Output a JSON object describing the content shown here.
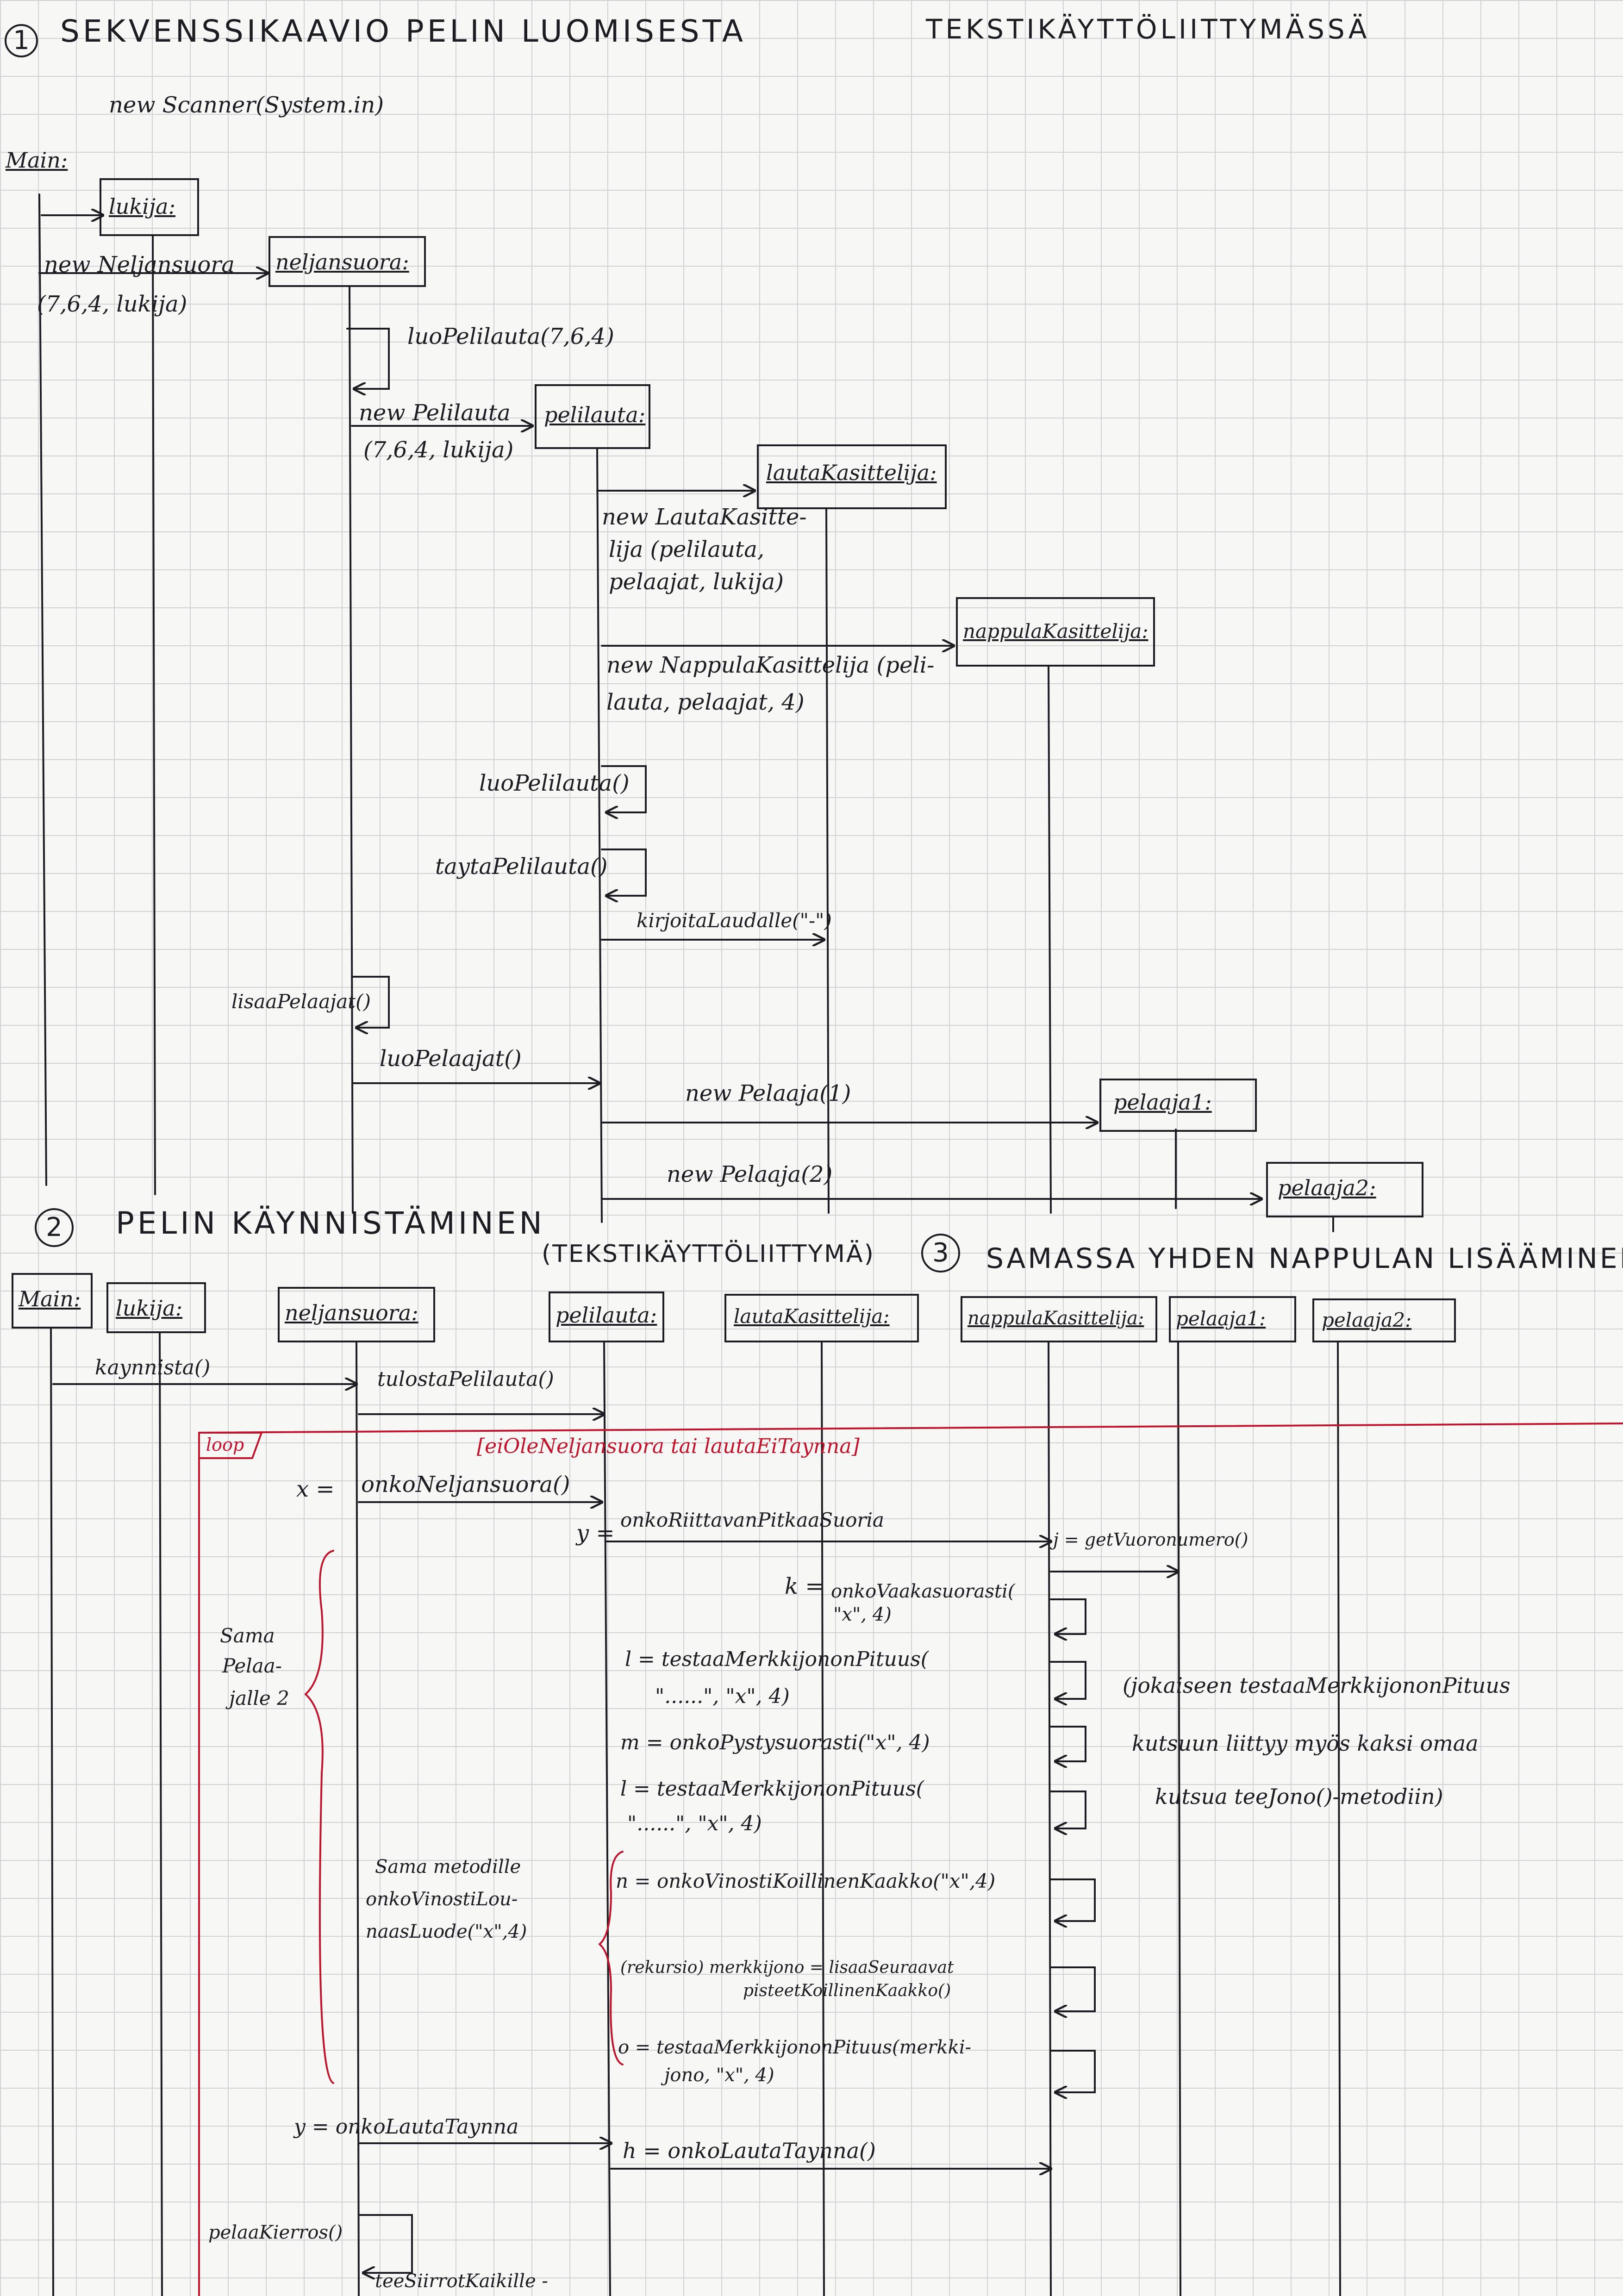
{
  "section1": {
    "number": "1",
    "title": "SEKVENSSIKAAVIO PELIN LUOMISESTA",
    "subtitle": "TEKSTIKÄYTTÖLIITTYMÄSSÄ",
    "scanner": "new Scanner(System.in)",
    "objects": {
      "main": "Main:",
      "lukija": "lukija:",
      "neljansuora": "neljansuora:",
      "pelilauta": "pelilauta:",
      "lautakasittelija": "lautaKasittelija:",
      "nappulakasittelija": "nappulaKasittelija:",
      "pelaaja1": "pelaaja1:",
      "pelaaja2": "pelaaja2:"
    },
    "messages": {
      "new_neljansuora_1": "new Neljansuora",
      "new_neljansuora_2": "(7,6,4, lukija)",
      "luo_pelilauta_args": "luoPelilauta(7,6,4)",
      "new_pelilauta_1": "new Pelilauta",
      "new_pelilauta_2": "(7,6,4, lukija)",
      "new_lautakasittelija_1": "new LautaKasitte-",
      "new_lautakasittelija_2": "lija (pelilauta,",
      "new_lautakasittelija_3": "pelaajat, lukija)",
      "new_nappulakasittelija_1": "new NappulaKasittelija (peli-",
      "new_nappulakasittelija_2": "lauta, pelaajat, 4)",
      "luo_pelilauta": "luoPelilauta()",
      "tayta_pelilauta": "taytaPelilauta()",
      "kirjoita_laudalle": "kirjoitaLaudalle(\"-\")",
      "lisaa_pelaajat": "lisaaPelaajat()",
      "luo_pelaajat": "luoPelaajat()",
      "new_pelaaja_1": "new Pelaaja(1)",
      "new_pelaaja_2": "new Pelaaja(2)"
    }
  },
  "section2": {
    "number": "2",
    "title": "PELIN KÄYNNISTÄMINEN",
    "title_note": "(TEKSTIKÄYTTÖLIITTYMÄ)",
    "objects": {
      "main": "Main:",
      "lukija": "lukija:",
      "neljansuora": "neljansuora:",
      "pelilauta": "pelilauta:",
      "lautakasittelija": "lautaKasittelija:",
      "nappulakasittelija": "nappulaKasittelija:",
      "pelaaja1": "pelaaja1:",
      "pelaaja2": "pelaaja2:"
    },
    "messages": {
      "kaynnista": "kaynnista()",
      "tulosta_pelilauta": "tulostaPelilauta()",
      "loop_label": "loop",
      "loop_guard": "[eiOleNeljansuora tai lautaEiTaynna]",
      "x_assign": "x =",
      "onko_neljansuora": "onkoNeljansuora()",
      "y_assign": "y =",
      "onko_riittavan": "onkoRiittavanPitkaaSuoria",
      "j_get": "j = getVuoronumero()",
      "k_assign": "k =",
      "onko_vaaka_1": "onkoVaakasuorasti(",
      "onko_vaaka_2": "\"x\", 4)",
      "l_assign": "l = testaaMerkkijononPituus(",
      "l_args": "\"......\", \"x\", 4)",
      "m_line": "m = onkoPystysuorasti(\"x\", 4)",
      "l2_assign": "l = testaaMerkkijononPituus(",
      "l2_args": "\"......\", \"x\", 4)",
      "n_line": "n = onkoVinostiKoillinenKaakko(\"x\",4)",
      "rek_1": "(rekursio) merkkijono = lisaaSeuraavat",
      "rek_2": "pisteetKoillinenKaakko()",
      "o_1": "o = testaaMerkkijononPituus(merkki-",
      "o_2": "jono, \"x\", 4)",
      "y_onko_lauta": "y = onkoLautaTaynna",
      "h_onko_lauta": "h = onkoLautaTaynna()",
      "pelaa_kierros": "pelaaKierros()",
      "tee_siirrot": "teeSiirrotKaikille -"
    },
    "notes": {
      "sama_1": "Sama",
      "sama_2": "Pelaa-",
      "sama_3": "jalle 2",
      "metodi_1": "Sama metodille",
      "metodi_2": "onkoVinostiLou-",
      "metodi_3": "naasLuode(\"x\",4)",
      "joka_1": "(jokaiseen testaaMerkkijononPituus",
      "joka_2": "kutsuun liittyy myös kaksi omaa",
      "joka_3": "kutsua teeJono()-metodiin)"
    }
  },
  "section3": {
    "number": "3",
    "title": "SAMASSA YHDEN NAPPULAN LISÄÄMINEN"
  },
  "colors": {
    "ink": "#1c1c22",
    "red_pen": "#c0142c",
    "grid": "#cfd3d6",
    "paper": "#f7f7f5"
  }
}
